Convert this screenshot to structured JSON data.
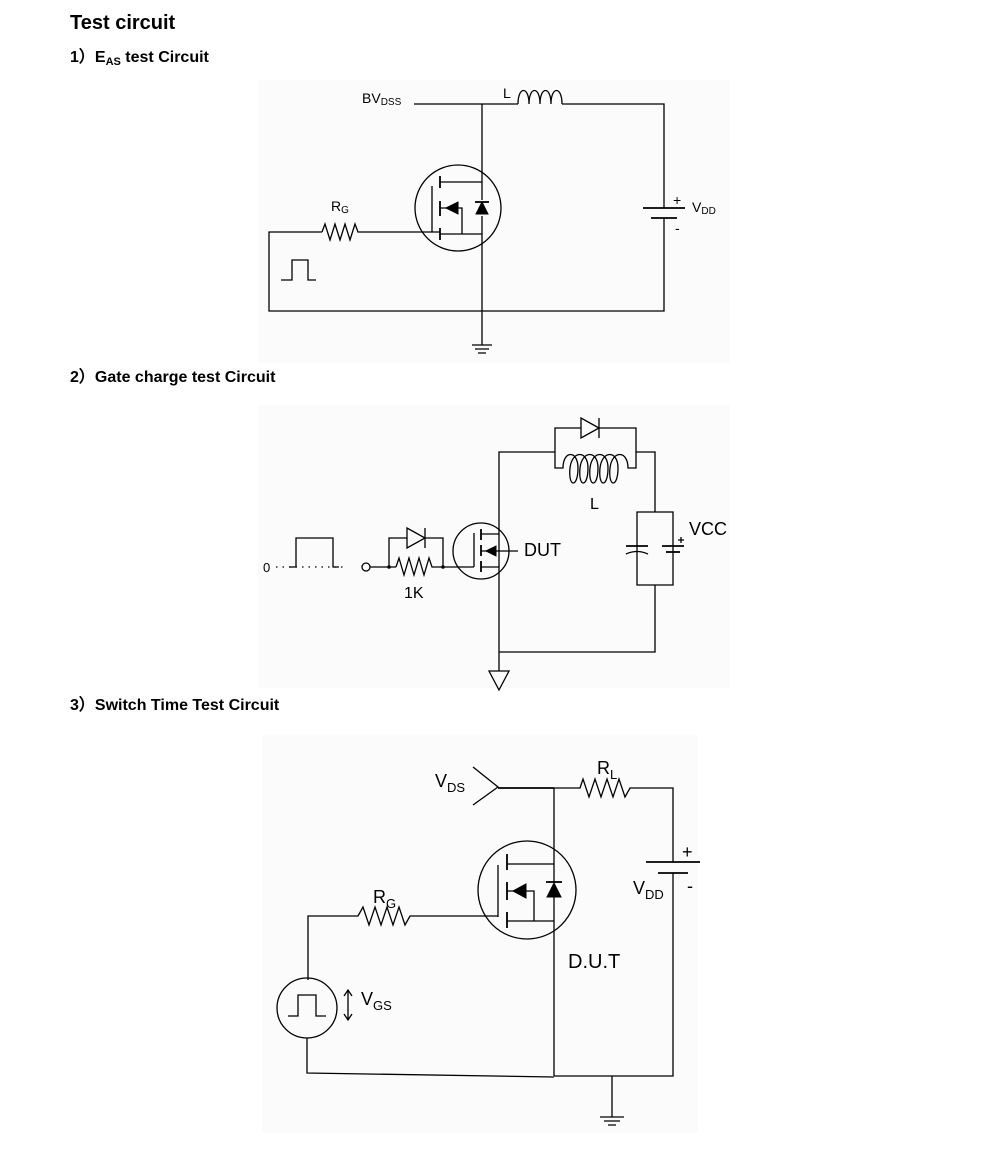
{
  "title": "Test circuit",
  "sections": {
    "eas": {
      "prefix": "1）E",
      "sub": "AS",
      "suffix": " test Circuit",
      "labels": {
        "bvdss_main": "BV",
        "bvdss_sub": "DSS",
        "inductor": "L",
        "rg_main": "R",
        "rg_sub": "G",
        "vdd_main": "V",
        "vdd_sub": "DD",
        "plus": "+",
        "minus": "-"
      }
    },
    "gate_charge": {
      "title": "2）Gate charge test Circuit",
      "labels": {
        "zero": "0",
        "resistor": "1K",
        "dut": "DUT",
        "inductor": "L",
        "vcc": "VCC"
      }
    },
    "switch_time": {
      "title": "3）Switch Time Test Circuit",
      "labels": {
        "vds_main": "V",
        "vds_sub": "DS",
        "rl_main": "R",
        "rl_sub": "L",
        "rg_main": "R",
        "rg_sub": "G",
        "vdd_main": "V",
        "vdd_sub": "DD",
        "vgs_main": "V",
        "vgs_sub": "GS",
        "dut": "D.U.T",
        "plus": "+",
        "minus": "-"
      }
    }
  }
}
